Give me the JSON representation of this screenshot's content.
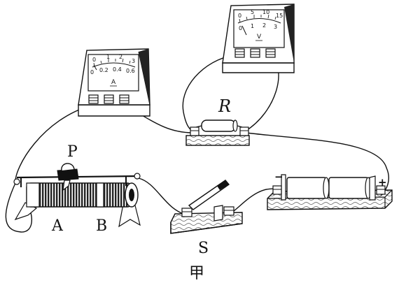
{
  "figure_label": "甲",
  "components": {
    "rheostat": {
      "slider_label": "P",
      "end_a_label": "A",
      "end_b_label": "B"
    },
    "resistor": {
      "label": "R"
    },
    "switch": {
      "label": "S"
    },
    "ammeter": {
      "unit": "A",
      "top_scale": [
        "0",
        "1",
        "2",
        "3"
      ],
      "bottom_scale": [
        "0",
        "0.2",
        "0.4",
        "0.6"
      ]
    },
    "voltmeter": {
      "unit": "V",
      "top_scale": [
        "0",
        "5",
        "10",
        "15"
      ],
      "bottom_scale": [
        "0",
        "1",
        "2",
        "3"
      ]
    },
    "battery": {
      "negative_label": "−",
      "positive_label": "+"
    }
  }
}
